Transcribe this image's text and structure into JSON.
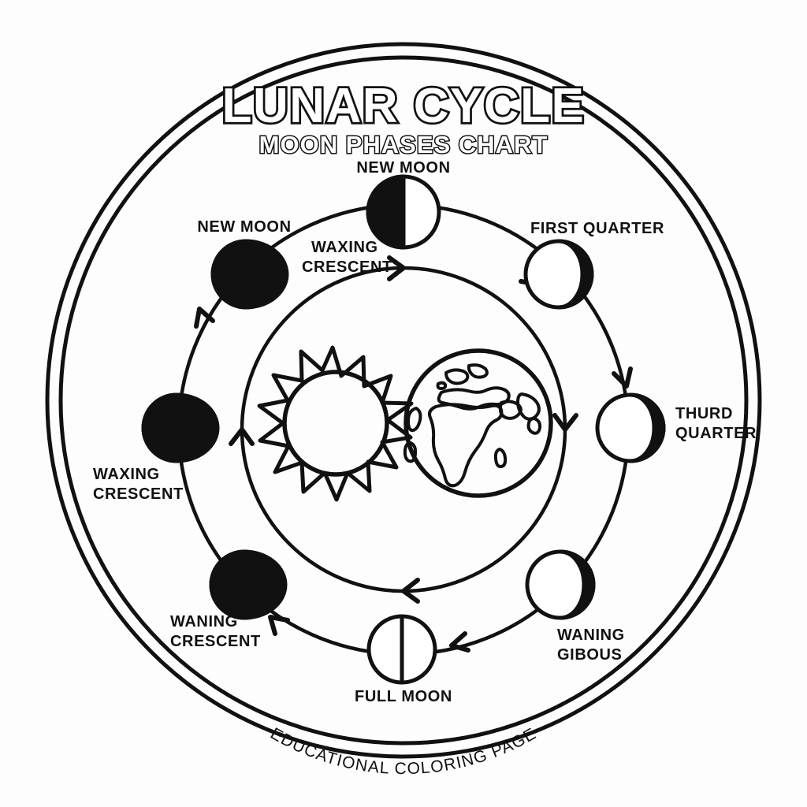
{
  "page": {
    "title": "LUNAR CYCLE",
    "subtitle": "MOON PHASES CHART",
    "footer": "EDUCATIONAL COLORING PAGE",
    "style": "black-and-white line art coloring page",
    "ink_color": "#111111",
    "background_color": "#ffffff"
  },
  "center": {
    "sun": {
      "label": "sun",
      "rays": 16
    },
    "earth": {
      "label": "earth",
      "continents": "Africa, Europe, Asia outlines"
    }
  },
  "rings": {
    "outer_border_double": true,
    "moon_orbit": true,
    "inner_orbit_with_arrows": true,
    "arrow_direction": "clockwise"
  },
  "chart_data": {
    "type": "diagram",
    "title": "LUNAR CYCLE",
    "subtitle": "MOON PHASES CHART",
    "phases": [
      {
        "label": "NEW MOON",
        "position": "top",
        "angle_deg": 0,
        "illumination": "half-dark-left",
        "label_line": "NEW MOON"
      },
      {
        "label": "FIRST QUARTER",
        "position": "top-right",
        "angle_deg": 45,
        "illumination": "light-left-dark-right-crescent",
        "label_line": "FIRST QUARTER"
      },
      {
        "label": "THURD QUARTER",
        "position": "right",
        "angle_deg": 90,
        "illumination": "light-left-dark-right-crescent",
        "label_line_1": "THURD",
        "label_line_2": "QUARTER"
      },
      {
        "label": "WANING GIBOUS",
        "position": "bottom-right",
        "angle_deg": 135,
        "illumination": "light-left-dark-right-crescent",
        "label_line_1": "WANING",
        "label_line_2": "GIBOUS"
      },
      {
        "label": "FULL MOON",
        "position": "bottom",
        "angle_deg": 180,
        "illumination": "fully-light-with-divider",
        "label_line": "FULL MOON"
      },
      {
        "label": "WANING CRESCENT",
        "position": "bottom-left",
        "angle_deg": 225,
        "illumination": "mostly-dark-thin-light-crescent-left",
        "label_line_1": "WANING",
        "label_line_2": "CRESCENT"
      },
      {
        "label": "WAXING CRESCENT",
        "position": "left",
        "angle_deg": 270,
        "illumination": "mostly-dark-thin-light-crescent-left",
        "label_line_1": "WAXING",
        "label_line_2": "CRESCENT"
      },
      {
        "label": "NEW MOON",
        "position": "top-left",
        "angle_deg": 315,
        "illumination": "mostly-dark-thin-light-crescent-right",
        "label_line": "NEW MOON"
      }
    ],
    "inner_annotations": [
      {
        "label": "WAXING CRESCENT",
        "line_1": "WAXING",
        "line_2": "CRESCENT"
      }
    ]
  }
}
